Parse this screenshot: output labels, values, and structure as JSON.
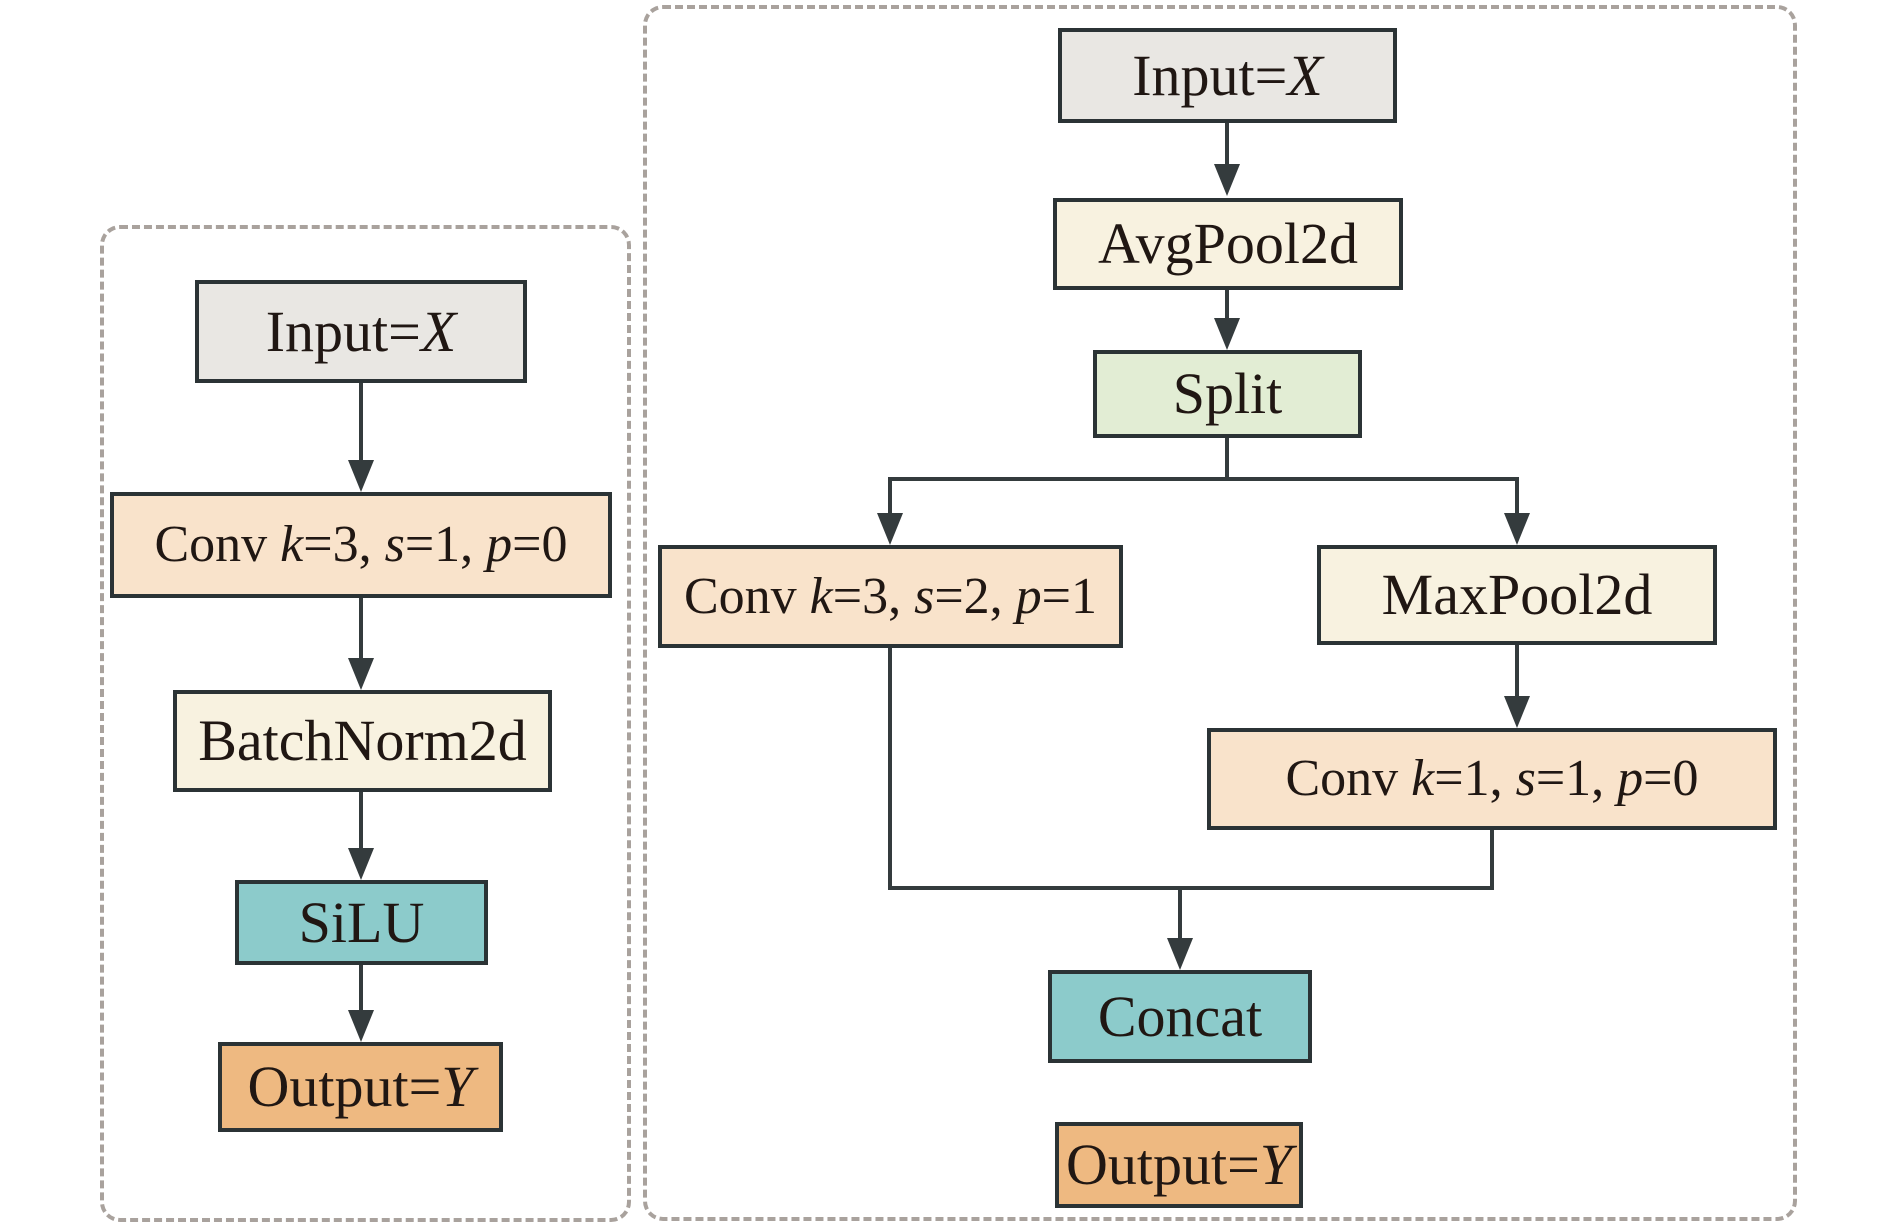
{
  "colors": {
    "line": "#343b3d",
    "box_border": "#2b3335",
    "dash_border": "#a9a29d",
    "text": "#201713",
    "fill_gray": "#e9e7e3",
    "fill_peach": "#f9e3cb",
    "fill_cream": "#f8f2e0",
    "fill_green": "#e2edd4",
    "fill_teal": "#8ccbcb",
    "fill_orange": "#eeb981"
  },
  "left_panel": {
    "nodes": {
      "input": {
        "label": "Input=X",
        "parts": [
          [
            "Input=",
            false
          ],
          [
            "X",
            true
          ]
        ]
      },
      "conv": {
        "label": "Conv k=3, s=1, p=0",
        "parts": [
          [
            "Conv ",
            false
          ],
          [
            "k",
            true
          ],
          [
            "=3, ",
            false
          ],
          [
            "s",
            true
          ],
          [
            "=1, ",
            false
          ],
          [
            "p",
            true
          ],
          [
            "=0",
            false
          ]
        ]
      },
      "batchnorm": {
        "label": "BatchNorm2d"
      },
      "silu": {
        "label": "SiLU"
      },
      "output": {
        "label": "Output=Y",
        "parts": [
          [
            "Output=",
            false
          ],
          [
            "Y",
            true
          ]
        ]
      }
    },
    "edges": [
      "Input=X -> Conv k=3, s=1, p=0",
      "Conv k=3, s=1, p=0 -> BatchNorm2d",
      "BatchNorm2d -> SiLU",
      "SiLU -> Output=Y"
    ]
  },
  "right_panel": {
    "nodes": {
      "input": {
        "label": "Input=X",
        "parts": [
          [
            "Input=",
            false
          ],
          [
            "X",
            true
          ]
        ]
      },
      "avgpool": {
        "label": "AvgPool2d"
      },
      "split": {
        "label": "Split"
      },
      "conv_left": {
        "label": "Conv k=3, s=2, p=1",
        "parts": [
          [
            "Conv ",
            false
          ],
          [
            "k",
            true
          ],
          [
            "=3, ",
            false
          ],
          [
            "s",
            true
          ],
          [
            "=2, ",
            false
          ],
          [
            "p",
            true
          ],
          [
            "=1",
            false
          ]
        ]
      },
      "maxpool": {
        "label": "MaxPool2d"
      },
      "conv_right": {
        "label": "Conv k=1, s=1, p=0",
        "parts": [
          [
            "Conv ",
            false
          ],
          [
            "k",
            true
          ],
          [
            "=1, ",
            false
          ],
          [
            "s",
            true
          ],
          [
            "=1, ",
            false
          ],
          [
            "p",
            true
          ],
          [
            "=0",
            false
          ]
        ]
      },
      "concat": {
        "label": "Concat"
      },
      "output": {
        "label": "Output=Y",
        "parts": [
          [
            "Output=",
            false
          ],
          [
            "Y",
            true
          ]
        ]
      }
    },
    "edges": [
      "Input=X -> AvgPool2d",
      "AvgPool2d -> Split",
      "Split -> Conv k=3, s=2, p=1",
      "Split -> MaxPool2d",
      "MaxPool2d -> Conv k=1, s=1, p=0",
      "Conv k=3, s=2, p=1 -> Concat",
      "Conv k=1, s=1, p=0 -> Concat"
    ]
  }
}
